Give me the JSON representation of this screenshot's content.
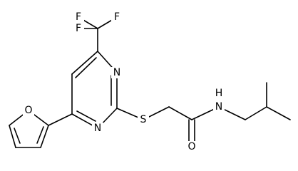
{
  "diagram": {
    "type": "chemical-structure",
    "colors": {
      "background": "#ffffff",
      "ink": "#000000"
    },
    "atoms": {
      "f_top_left": "F",
      "f_top_right": "F",
      "f_left": "F",
      "n_ring_upper": "N",
      "n_ring_lower": "N",
      "o_furan": "O",
      "s_thioether": "S",
      "n_amide": "N",
      "h_amide": "H",
      "o_carbonyl": "O"
    }
  }
}
